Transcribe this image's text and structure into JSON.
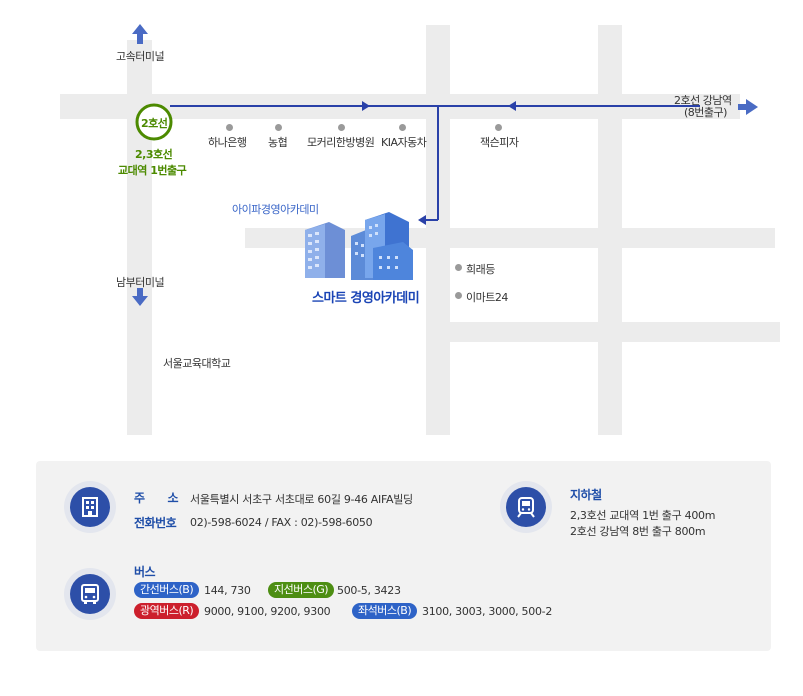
{
  "map": {
    "up_label": "고속터미널",
    "down_label": "남부터미널",
    "school_label": "서울교육대학교",
    "line2_badge": "2호선",
    "station_line1": "2,3호선",
    "station_line2": "교대역 1번출구",
    "right_label_line1": "2호선 강남역",
    "right_label_line2": "(8번출구)",
    "landmarks_top": [
      "하나은행",
      "농협",
      "모커리한방병원",
      "KIA자동차",
      "잭슨피자"
    ],
    "landmarks_right": [
      "희래등",
      "이마트24"
    ],
    "academy_small": "아이파경영아카데미",
    "academy_big": "스마트 경영아카데미",
    "colors": {
      "road": "#ececec",
      "route": "#2a41a8",
      "line2": "#4c8a00",
      "arrow": "#4a6bc4"
    }
  },
  "info": {
    "address_label": "주　　소",
    "address_value": "서울특별시 서초구 서초대로 60길 9-46 AIFA빌딩",
    "phone_label": "전화번호",
    "phone_value": "02)-598-6024  /  FAX : 02)-598-6050",
    "subway_label": "지하철",
    "subway_lines": [
      "2,3호선 교대역 1번 출구  400m",
      "2호선 강남역 8번 출구  800m"
    ],
    "bus_label": "버스",
    "buses": [
      {
        "name": "간선버스(B)",
        "routes": "144, 730",
        "color": "#2e63c7"
      },
      {
        "name": "지선버스(G)",
        "routes": "500-5, 3423",
        "color": "#4d8e13"
      },
      {
        "name": "광역버스(R)",
        "routes": "9000, 9100, 9200, 9300",
        "color": "#cc1f2c"
      },
      {
        "name": "좌석버스(B)",
        "routes": "3100, 3003, 3000, 500-2",
        "color": "#2e63c7"
      }
    ]
  }
}
